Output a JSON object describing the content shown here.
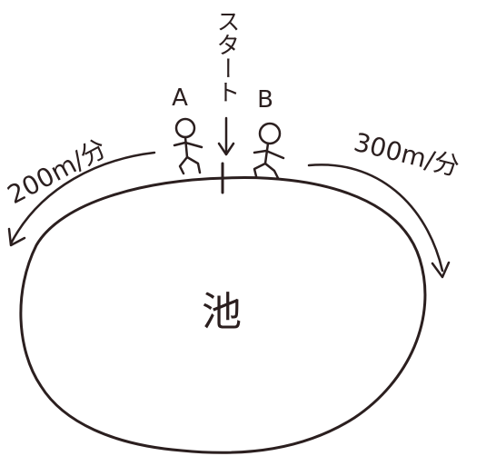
{
  "pond_label": "池",
  "start_label": "スタート",
  "runner_a_label": "A",
  "runner_b_label": "B",
  "speed_left": "200m/分",
  "speed_right": "300m/分",
  "colors": {
    "ink": "#2b1f1f",
    "background": "#ffffff"
  }
}
